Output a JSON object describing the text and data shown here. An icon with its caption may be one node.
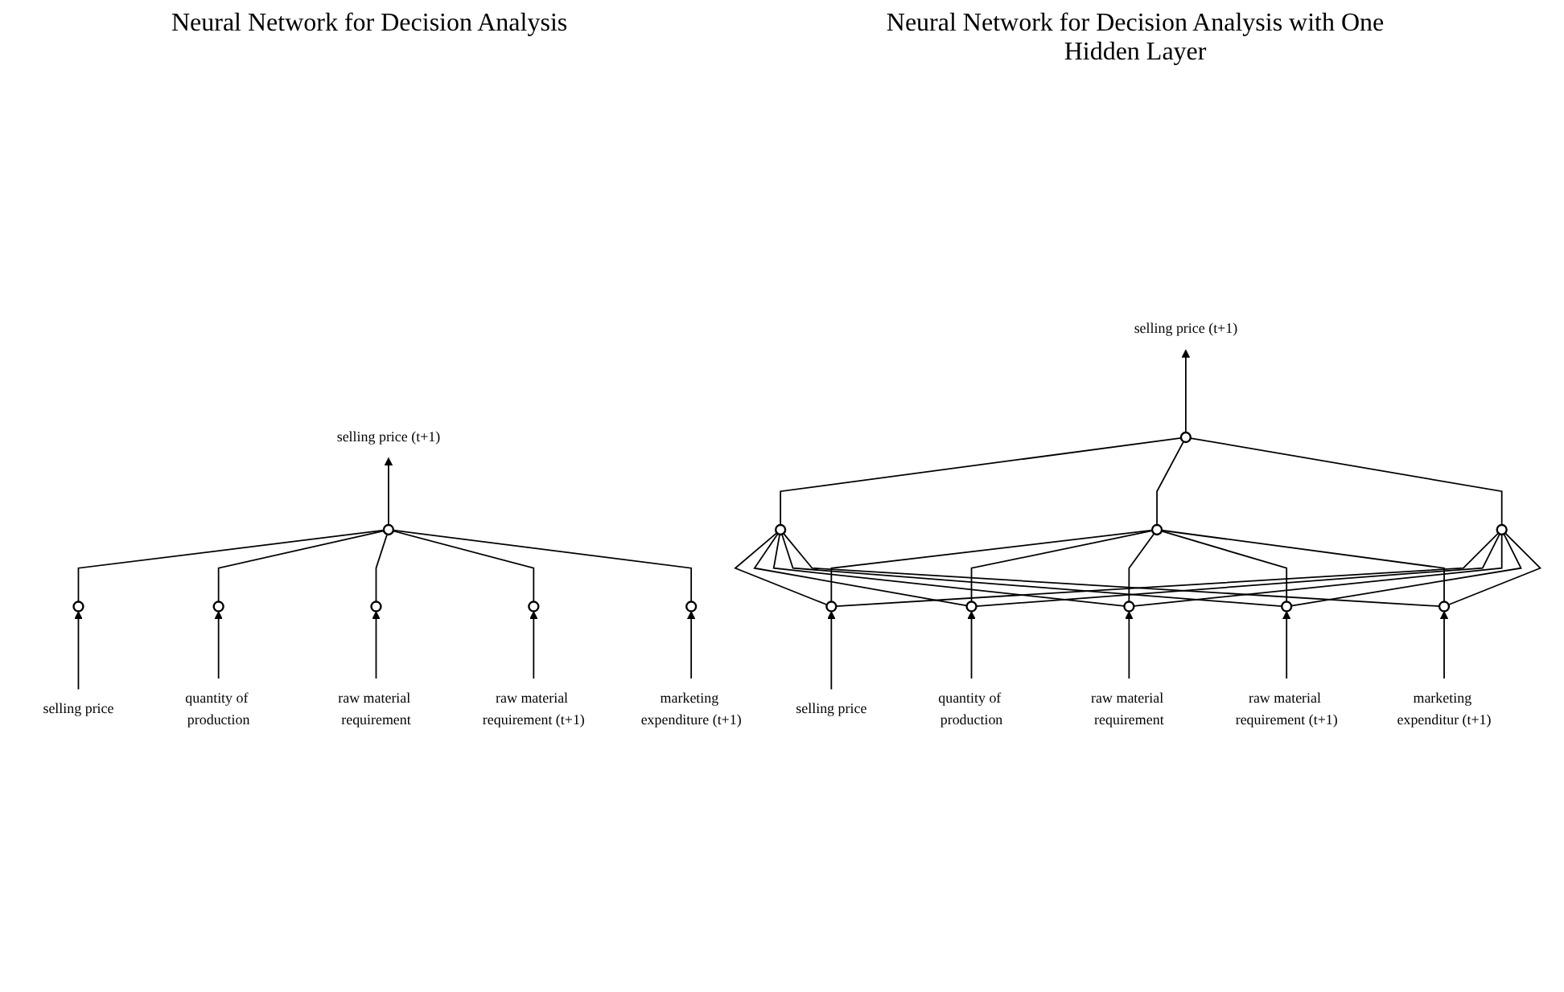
{
  "diagram": {
    "nodes": [
      {
        "text": [
          "selling price (t+1)"
        ]
      },
      {
        "text": [],
        "shape": "circle"
      },
      {
        "text": [],
        "shape": "circle"
      },
      {
        "text": [],
        "shape": "circle"
      },
      {
        "text": [],
        "shape": "circle"
      },
      {
        "text": [],
        "shape": "circle"
      },
      {
        "text": [],
        "shape": "circle"
      },
      {
        "text": [
          "selling price"
        ]
      },
      {
        "text": [
          "quantity of production"
        ]
      },
      {
        "text": [
          "raw material requirement"
        ]
      },
      {
        "text": [
          "raw material requirement (t+1)"
        ]
      },
      {
        "text": [
          "marketing expenditure (t+1)"
        ]
      },
      {
        "text": [
          "selling price (t+1)"
        ]
      },
      {
        "text": [],
        "shape": "circle"
      },
      {
        "text": [],
        "shape": "circle"
      },
      {
        "text": [],
        "shape": "circle"
      },
      {
        "text": [],
        "shape": "circle"
      },
      {
        "text": [],
        "shape": "circle"
      },
      {
        "text": [],
        "shape": "circle"
      },
      {
        "text": [],
        "shape": "circle"
      },
      {
        "text": [],
        "shape": "circle"
      },
      {
        "text": [],
        "shape": "circle"
      },
      {
        "text": [
          "selling price"
        ]
      },
      {
        "text": [
          "quantity of production"
        ]
      },
      {
        "text": [
          "raw material requirement"
        ]
      },
      {
        "text": [
          "raw material requirement (t+1)"
        ]
      },
      {
        "text": [
          "marketing expenditur (t+1)"
        ]
      }
    ],
    "edges": [
      {
        "from": 1,
        "to": 0,
        "arrow": "to"
      },
      {
        "from": 2,
        "to": 1,
        "arrow": "none"
      },
      {
        "from": 3,
        "to": 1,
        "arrow": "none"
      },
      {
        "from": 4,
        "to": 1,
        "arrow": "none"
      },
      {
        "from": 5,
        "to": 1,
        "arrow": "none"
      },
      {
        "from": 6,
        "to": 1,
        "arrow": "none"
      },
      {
        "from": 7,
        "to": 2,
        "arrow": "to"
      },
      {
        "from": 8,
        "to": 3,
        "arrow": "to"
      },
      {
        "from": 9,
        "to": 4,
        "arrow": "to"
      },
      {
        "from": 10,
        "to": 5,
        "arrow": "to"
      },
      {
        "from": 11,
        "to": 6,
        "arrow": "to"
      },
      {
        "from": 13,
        "to": 12,
        "arrow": "to"
      },
      {
        "from": 14,
        "to": 13,
        "arrow": "none"
      },
      {
        "from": 15,
        "to": 13,
        "arrow": "none"
      },
      {
        "from": 16,
        "to": 13,
        "arrow": "none"
      },
      {
        "from": 17,
        "to": 14,
        "arrow": "none"
      },
      {
        "from": 17,
        "to": 15,
        "arrow": "none"
      },
      {
        "from": 17,
        "to": 16,
        "arrow": "none"
      },
      {
        "from": 18,
        "to": 14,
        "arrow": "none"
      },
      {
        "from": 18,
        "to": 15,
        "arrow": "none"
      },
      {
        "from": 18,
        "to": 16,
        "arrow": "none"
      },
      {
        "from": 19,
        "to": 14,
        "arrow": "none"
      },
      {
        "from": 19,
        "to": 15,
        "arrow": "none"
      },
      {
        "from": 19,
        "to": 16,
        "arrow": "none"
      },
      {
        "from": 20,
        "to": 14,
        "arrow": "none"
      },
      {
        "from": 20,
        "to": 15,
        "arrow": "none"
      },
      {
        "from": 20,
        "to": 16,
        "arrow": "none"
      },
      {
        "from": 21,
        "to": 14,
        "arrow": "none"
      },
      {
        "from": 21,
        "to": 15,
        "arrow": "none"
      },
      {
        "from": 21,
        "to": 16,
        "arrow": "none"
      },
      {
        "from": 22,
        "to": 17,
        "arrow": "to"
      },
      {
        "from": 23,
        "to": 18,
        "arrow": "to"
      },
      {
        "from": 24,
        "to": 19,
        "arrow": "to"
      },
      {
        "from": 25,
        "to": 20,
        "arrow": "to"
      },
      {
        "from": 26,
        "to": 21,
        "arrow": "to"
      }
    ],
    "labels": [
      "Neural Network for Decision Analysis",
      "Neural Network for Decision Analysis with One Hidden Layer"
    ]
  }
}
